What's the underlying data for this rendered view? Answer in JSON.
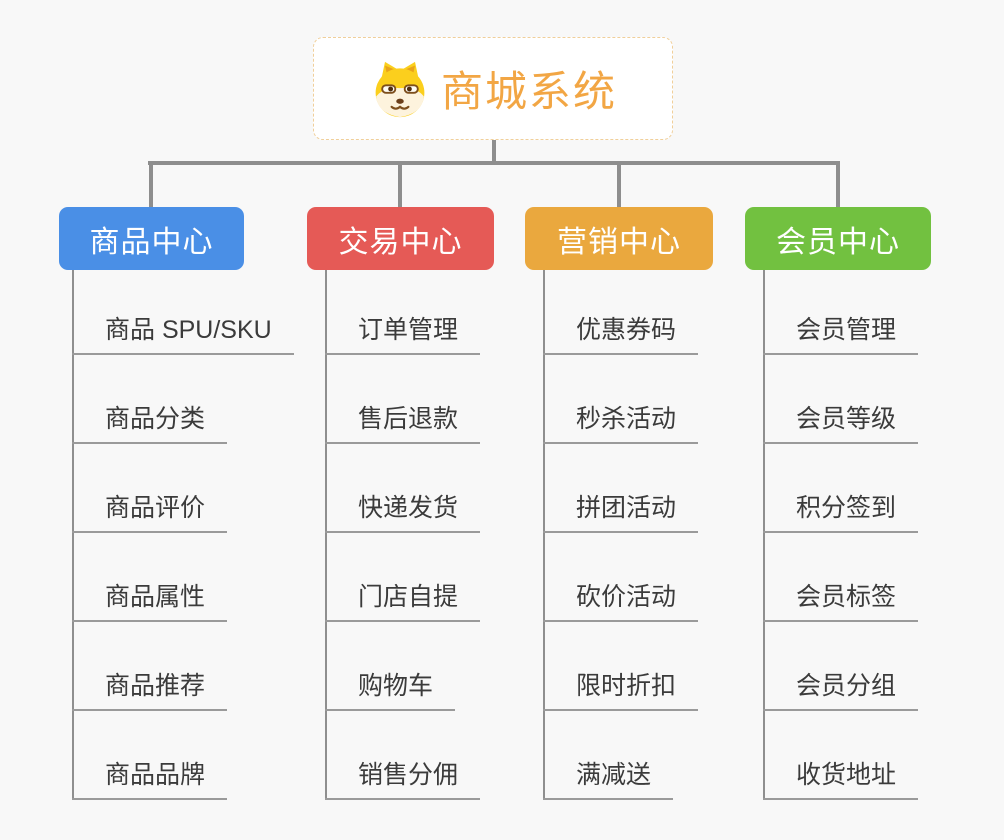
{
  "root": {
    "title": "商城系统",
    "icon": "dog-face-icon",
    "text_color": "#f2a644",
    "border_color": "#f0cf9a",
    "background": "#ffffff"
  },
  "canvas_background": "#f8f8f8",
  "connector_color": "#8e8e8e",
  "subtopic_line_color": "#9a9a9a",
  "subtopic_text_color": "#3b3b3b",
  "branches": [
    {
      "label": "商品中心",
      "color": "#4a8fe6",
      "items": [
        "商品 SPU/SKU",
        "商品分类",
        "商品评价",
        "商品属性",
        "商品推荐",
        "商品品牌"
      ]
    },
    {
      "label": "交易中心",
      "color": "#e55a56",
      "items": [
        "订单管理",
        "售后退款",
        "快递发货",
        "门店自提",
        "购物车",
        "销售分佣"
      ]
    },
    {
      "label": "营销中心",
      "color": "#eaa83e",
      "items": [
        "优惠券码",
        "秒杀活动",
        "拼团活动",
        "砍价活动",
        "限时折扣",
        "满减送"
      ]
    },
    {
      "label": "会员中心",
      "color": "#72c140",
      "items": [
        "会员管理",
        "会员等级",
        "积分签到",
        "会员标签",
        "会员分组",
        "收货地址"
      ]
    }
  ]
}
